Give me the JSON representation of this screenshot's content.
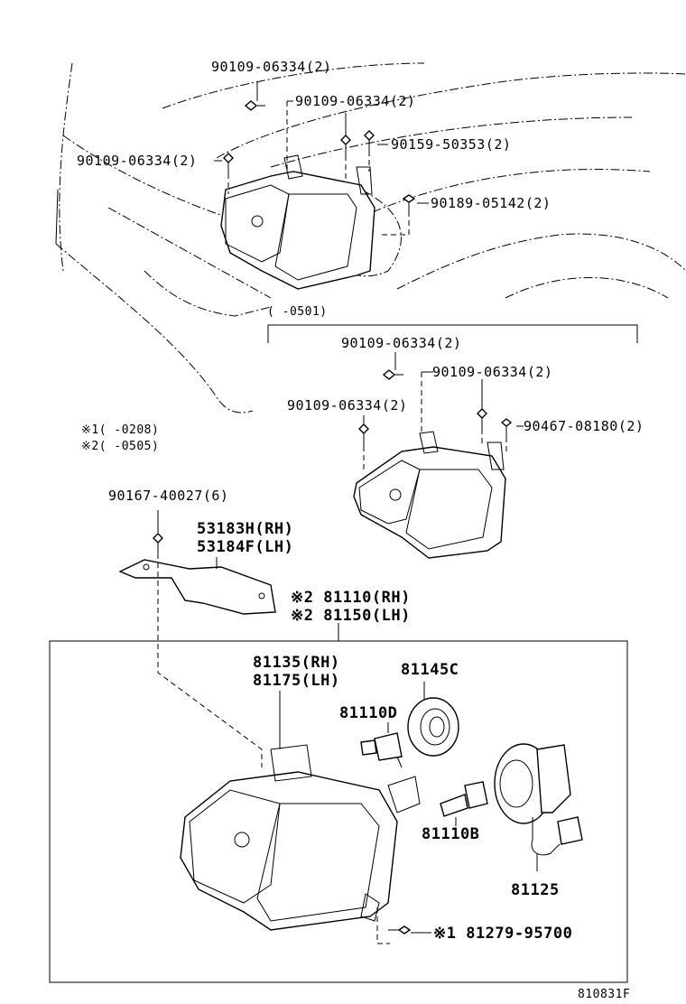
{
  "labels": {
    "top_bolt_a": "90109-06334(2)",
    "top_bolt_b": "90109-06334(2)",
    "top_bolt_c": "90109-06334(2)",
    "top_screw": "90159-50353(2)",
    "top_clip": "90189-05142(2)",
    "range_0501": "(     -0501)",
    "mid_bolt_a": "90109-06334(2)",
    "mid_bolt_b": "90109-06334(2)",
    "mid_bolt_c": "90109-06334(2)",
    "mid_screw": "90467-08180(2)",
    "note1": "※1(     -0208)",
    "note2": "※2(     -0505)",
    "bracket_bolt": "90167-40027(6)",
    "bracket_rh": "53183H(RH)",
    "bracket_lh": "53184F(LH)",
    "unit_rh": "※2 81110(RH)",
    "unit_lh": "※2 81150(LH)",
    "lens_rh": "81135(RH)",
    "lens_lh": "81175(LH)",
    "cover": "81145C",
    "bulb_d": "81110D",
    "bulb_b": "81110B",
    "igniter": "81125",
    "adjuster": "※1 81279-95700",
    "figure_code": "810831F"
  }
}
